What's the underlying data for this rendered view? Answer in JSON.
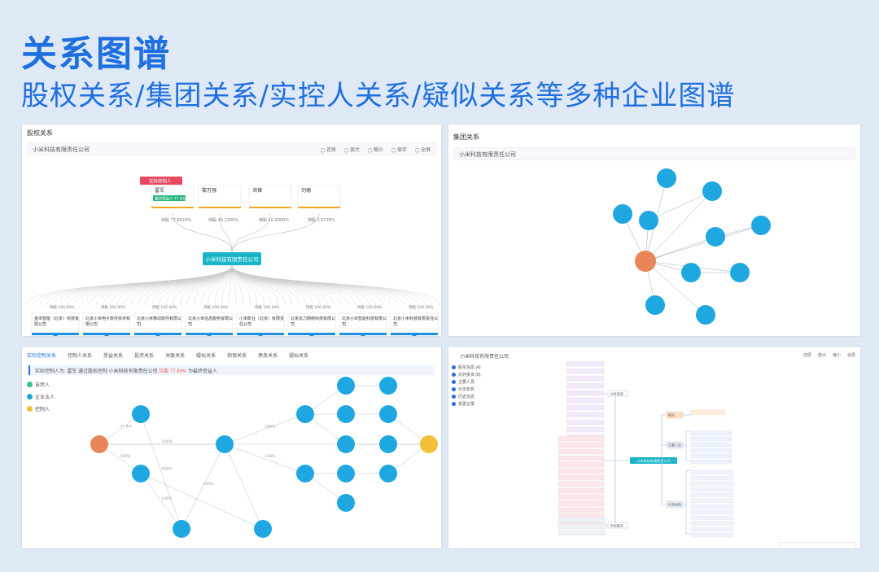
{
  "header": {
    "title": "关系图谱",
    "subtitle": "股权关系/集团关系/实控人关系/疑似关系等多种企业图谱"
  },
  "colors": {
    "accent": "#1f6fe0",
    "node_blue": "#1ea7e1",
    "node_orange": "#e98559",
    "node_yellow": "#f2c037",
    "teal": "#17b5c7"
  },
  "equity": {
    "title": "股权关系",
    "company": "小米科技有限责任公司",
    "actions": [
      "还原",
      "放大",
      "缩小",
      "保存",
      "全屏"
    ],
    "controller_badge": "实际控制人",
    "center_node": "小米科技有限责任公司",
    "shareholders": [
      {
        "name": "雷军",
        "tag": "最终受益人 77.8%",
        "pct": "77.8022%"
      },
      {
        "name": "黎万强",
        "tag": "",
        "pct": "10.1200%"
      },
      {
        "name": "洪锋",
        "tag": "",
        "pct": "10.0000%"
      },
      {
        "name": "刘德",
        "tag": "",
        "pct": "2.0776%"
      }
    ],
    "subsidiaries": [
      {
        "name": "金米智能（北京）科技有限公司",
        "pct": "100.00%"
      },
      {
        "name": "北京小米电子软件技术有限公司",
        "pct": "100.00%"
      },
      {
        "name": "北京小米移动软件有限公司",
        "pct": "100.00%"
      },
      {
        "name": "北京小米信息服务有限公司",
        "pct": "100.00%"
      },
      {
        "name": "小米影业（北京）有限责任公司",
        "pct": "100.00%"
      },
      {
        "name": "北京瓦力网络科技有限公司",
        "pct": "100.00%"
      },
      {
        "name": "北京小米智能科技有限公司",
        "pct": "100.00%"
      },
      {
        "name": "北京小米科技有限责任公司",
        "pct": "100.00%"
      }
    ]
  },
  "group": {
    "title": "集团关系",
    "company": "小米科技有限责任公司"
  },
  "controller": {
    "tabs": [
      "实际控制关系",
      "控制人关系",
      "受益关系",
      "投资关系",
      "关联关系",
      "疑似关系",
      "担保关系",
      "债务关系",
      "疑似关系"
    ],
    "notice_pre": "实际控制人为: 雷军 通过股权控制 小米科技有限责任公司 ",
    "notice_pct": "持股 77.80%",
    "notice_post": " 为最终受益人",
    "legend": [
      "自然人",
      "企业法人",
      "控制人"
    ],
    "pcts": [
      "77.8%",
      "100%",
      "100%",
      "100%",
      "100%",
      "100%",
      "100%",
      "100%"
    ]
  },
  "tree": {
    "head": "小米科技有限责任公司",
    "center": "小米科技有限责任公司",
    "actions": [
      "还原",
      "放大",
      "缩小",
      "全屏"
    ],
    "legend": [
      "股东信息 (4)",
      "对外投资 (8)",
      "主要人员",
      "分支机构",
      "历史信息",
      "变更记录"
    ],
    "right_groups": [
      "股东",
      "主要人员",
      "分支机构"
    ],
    "left_groups": [
      "对外投资",
      "历史股东"
    ]
  }
}
